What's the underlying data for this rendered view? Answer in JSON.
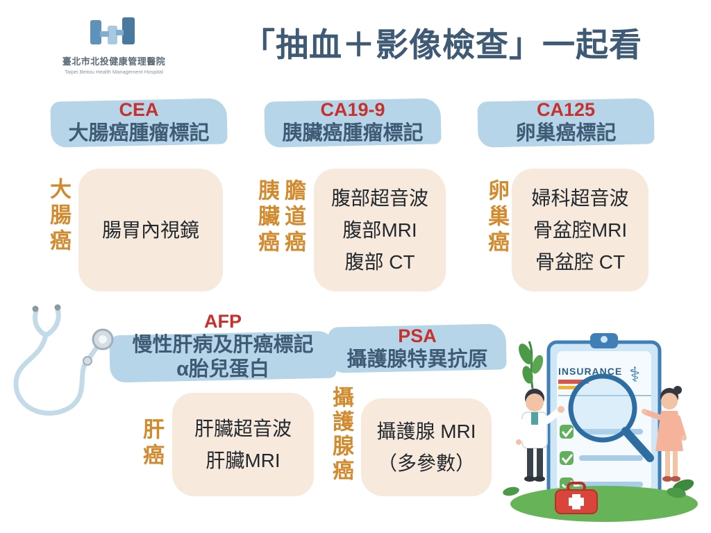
{
  "header": {
    "title": "「抽血＋影像檢查」一起看"
  },
  "logo": {
    "name": "臺北市北投健康管理醫院",
    "name_en": "Taipei Beitou Health Management Hospital"
  },
  "colors": {
    "title_blue": "#3e5a74",
    "marker_red": "#c7302b",
    "organ_orange": "#d28a2f",
    "box_beige": "#f7e9db",
    "brush_blue": "#b7d5e9"
  },
  "cards": [
    {
      "marker": "CEA",
      "subtitle": "大腸癌腫瘤標記",
      "organs": [
        "大腸癌"
      ],
      "exams": [
        "腸胃內視鏡"
      ]
    },
    {
      "marker": "CA19-9",
      "subtitle": "胰臟癌腫瘤標記",
      "organs": [
        "胰臟癌",
        "膽道癌"
      ],
      "exams": [
        "腹部超音波",
        "腹部MRI",
        "腹部 CT"
      ]
    },
    {
      "marker": "CA125",
      "subtitle": "卵巢癌標記",
      "organs": [
        "卵巢癌"
      ],
      "exams": [
        "婦科超音波",
        "骨盆腔MRI",
        "骨盆腔 CT"
      ]
    },
    {
      "marker": "AFP",
      "subtitle": "慢性肝病及肝癌標記",
      "subtitle2": "α胎兒蛋白",
      "organs": [
        "肝癌"
      ],
      "exams": [
        "肝臟超音波",
        "肝臟MRI"
      ]
    },
    {
      "marker": "PSA",
      "subtitle": "攝護腺特異抗原",
      "organs": [
        "攝護腺癌"
      ],
      "exams": [
        "攝護腺 MRI",
        "（多參數）"
      ]
    }
  ],
  "illustration": {
    "insurance_label": "INSURANCE"
  }
}
